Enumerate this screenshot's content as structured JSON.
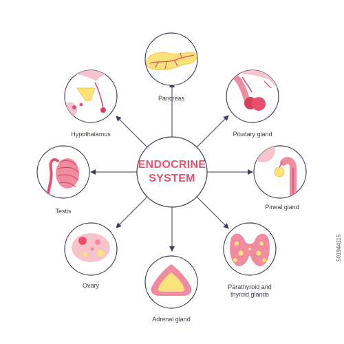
{
  "title": {
    "line1": "ENDOCRINE",
    "line2": "SYSTEM"
  },
  "glands": {
    "pancreas": "Pancreas",
    "pituitary": "Pituitary gland",
    "pineal": "Pineal gland",
    "thyroid_line1": "Parathyroid and",
    "thyroid_line2": "thyroid glands",
    "adrenal": "Adrenal gland",
    "ovary": "Ovary",
    "testis": "Testis",
    "hypothalamus": "Hypothalamus"
  },
  "stock_id": "501944116",
  "colors": {
    "accent": "#e8516e",
    "outline": "#3d3f5c",
    "pink_light": "#f7c3cd",
    "pink_mid": "#f08ca0",
    "red": "#d9405e",
    "yellow": "#fbe27a",
    "yellow_dark": "#f2c94c"
  }
}
